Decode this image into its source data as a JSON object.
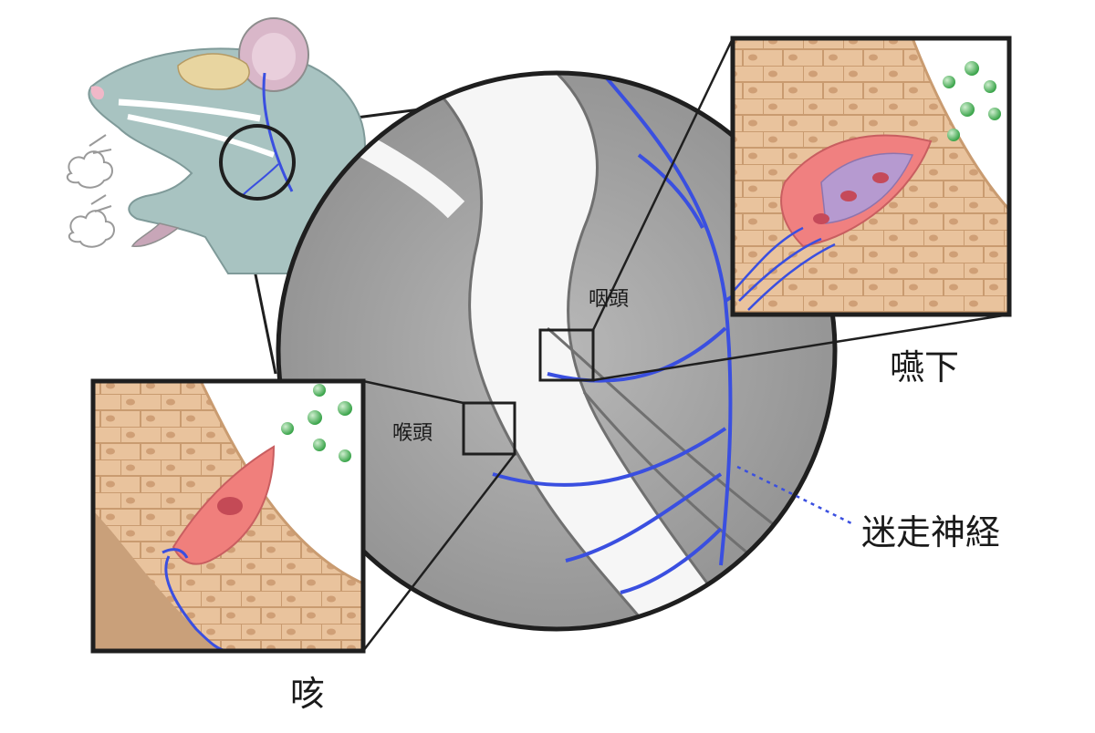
{
  "labels": {
    "pharynx": "咽頭",
    "larynx": "喉頭",
    "swallow": "嚥下",
    "vagus_nerve": "迷走神経",
    "cough": "咳"
  },
  "colors": {
    "nerve": "#3a4fe0",
    "epithelium": "#e9c29a",
    "sensory_cell": "#f07f7c",
    "mouse_fur": "#a9c4c2",
    "circle_bg": "#9c9c9c",
    "particles": "#5fbf5f"
  },
  "icons": {
    "mouse": "mouse-illustration",
    "breath_puff": "cloud-puff-icon"
  }
}
